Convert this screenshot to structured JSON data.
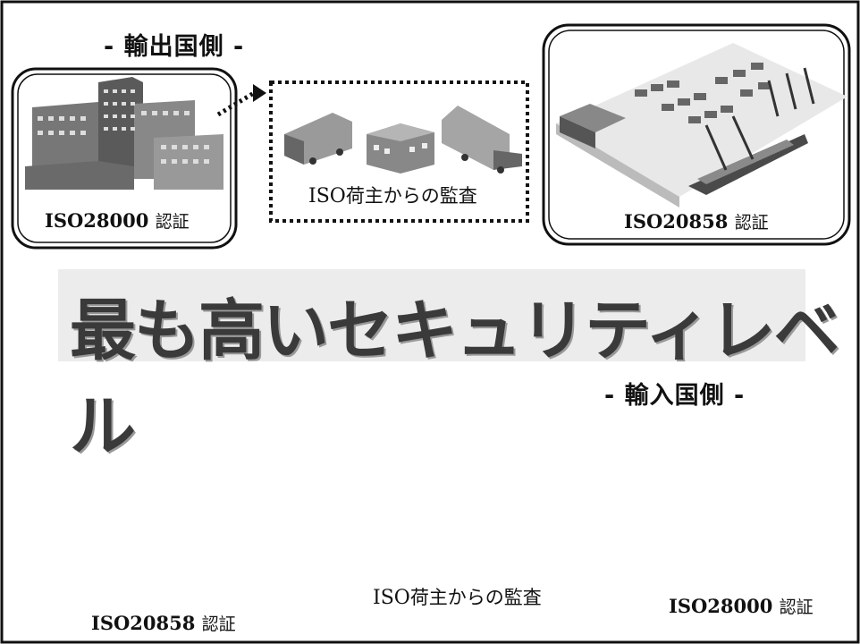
{
  "export_side": {
    "header": "- 輸出国側 -",
    "factory_cert": {
      "code": "ISO28000",
      "suffix": "認証"
    },
    "audit": {
      "code": "ISO",
      "text": "荷主からの監査"
    },
    "port_cert": {
      "code": "ISO20858",
      "suffix": "認証"
    }
  },
  "import_side": {
    "header": "- 輸入国側 -",
    "factory_cert": {
      "code": "ISO28000",
      "suffix": "認証"
    },
    "audit": {
      "code": "ISO",
      "text": "荷主からの監査"
    },
    "port_cert": {
      "code": "ISO20858",
      "suffix": "認証"
    }
  },
  "headline": "最も高いセキュリティレベル",
  "colors": {
    "stroke": "#111111",
    "banner": "#ececec",
    "headline": "#3a3a3a"
  }
}
